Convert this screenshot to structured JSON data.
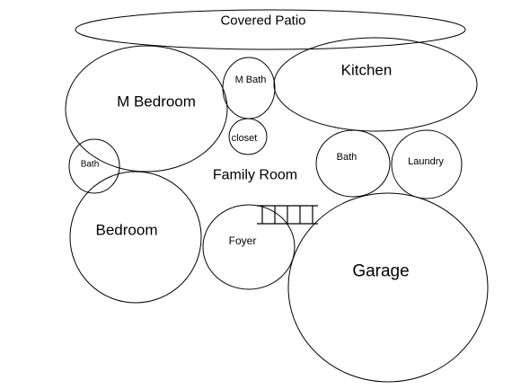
{
  "rooms": {
    "covered_patio": "Covered Patio",
    "m_bedroom": "M Bedroom",
    "m_bath": "M Bath",
    "kitchen": "Kitchen",
    "closet": "closet",
    "bath_left": "Bath",
    "family_room": "Family Room",
    "bath_right": "Bath",
    "laundry": "Laundry",
    "bedroom": "Bedroom",
    "foyer": "Foyer",
    "garage": "Garage"
  },
  "colors": {
    "stroke": "#000000",
    "background": "#ffffff"
  }
}
